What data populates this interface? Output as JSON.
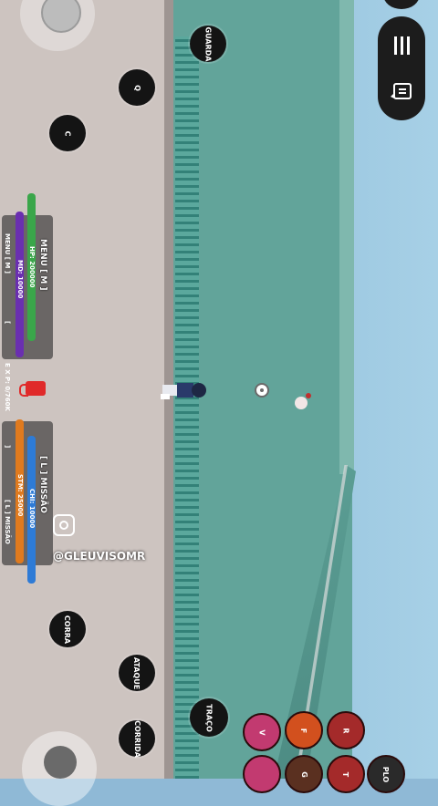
{
  "buttons": {
    "guarda": "GUARDA",
    "q": "Q",
    "c": "C",
    "corra": "CORRA",
    "ataque": "ATAQUE",
    "corrida": "CORRIDA",
    "traco": "TRAÇO"
  },
  "hud": {
    "menu_title": "MENU [ M ]",
    "menu_label": "MENU [ M ]",
    "hp": "HP: 200000",
    "md": "MD: 10000",
    "exp": "E X P: 0/760K",
    "bracket_left": "[",
    "bracket_right": "]",
    "missao_title": "[ L ] MISSÃO",
    "missao_label": "[ L ] MISSÃO",
    "chi": "CHI: 10000",
    "stm": "STM: 25000"
  },
  "watermark": {
    "handle": "@GLEUVISOMR"
  },
  "skills": [
    "V",
    "F",
    "R",
    "",
    "G",
    "T",
    "PLO"
  ],
  "colors": {
    "hp": "#3aa64a",
    "md": "#6a2fb0",
    "chi": "#2e7bd6",
    "stm": "#e07a1e",
    "skill_red": "#a42a2a",
    "skill_orange": "#d2501e",
    "skill_pink": "#c23a70"
  }
}
